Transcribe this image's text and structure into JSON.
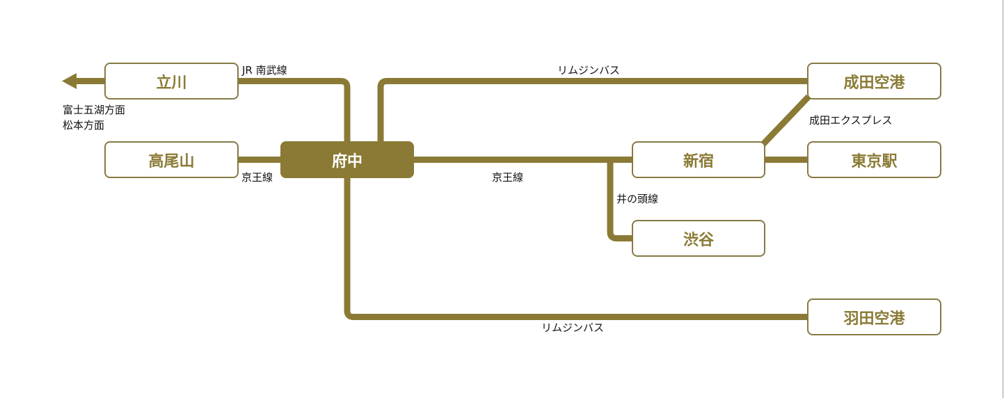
{
  "diagram": {
    "colors": {
      "line": "#8a7a35",
      "box_border": "#857a45",
      "box_text": "#8a7a35",
      "hub_fill": "#8a7a35",
      "hub_text": "#ffffff",
      "label_text": "#111111",
      "background": "#ffffff"
    },
    "hub": {
      "name": "府中"
    },
    "stations": {
      "tachikawa": "立川",
      "takaosan": "高尾山",
      "shinjuku": "新宿",
      "shibuya": "渋谷",
      "narita": "成田空港",
      "tokyo": "東京駅",
      "haneda": "羽田空港"
    },
    "lines": {
      "jr_nambu": "JR 南武線",
      "keio_west": "京王線",
      "keio_east": "京王線",
      "limousine_narita": "リムジンバス",
      "limousine_haneda": "リムジンバス",
      "inokashira": "井の頭線",
      "narita_express": "成田エクスプレス"
    },
    "directions": {
      "line1": "富士五湖方面",
      "line2": "松本方面"
    }
  }
}
